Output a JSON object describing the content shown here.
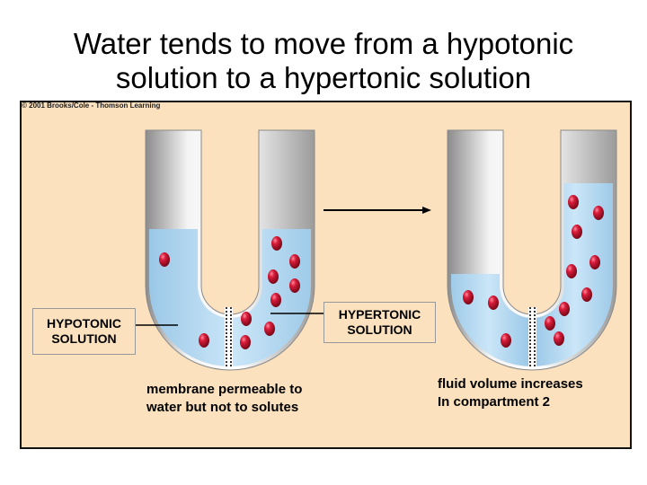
{
  "title_line1": "Water tends to move from a hypotonic",
  "title_line2": "solution to a hypertonic solution",
  "copyright": "© 2001 Brooks/Cole - Thomson Learning",
  "labels": {
    "hypotonic_1": "HYPOTONIC",
    "hypotonic_2": "SOLUTION",
    "hypertonic_1": "HYPERTONIC",
    "hypertonic_2": "SOLUTION",
    "membrane_1": "membrane permeable to",
    "membrane_2": "water but not to solutes",
    "result_1": "fluid volume increases",
    "result_2": "In compartment 2"
  },
  "colors": {
    "background": "#fbe1bd",
    "solution": "#b9dcf3",
    "solute": "#c4122f",
    "tube_wall": "#9a9a9a",
    "membrane": "#333333"
  }
}
